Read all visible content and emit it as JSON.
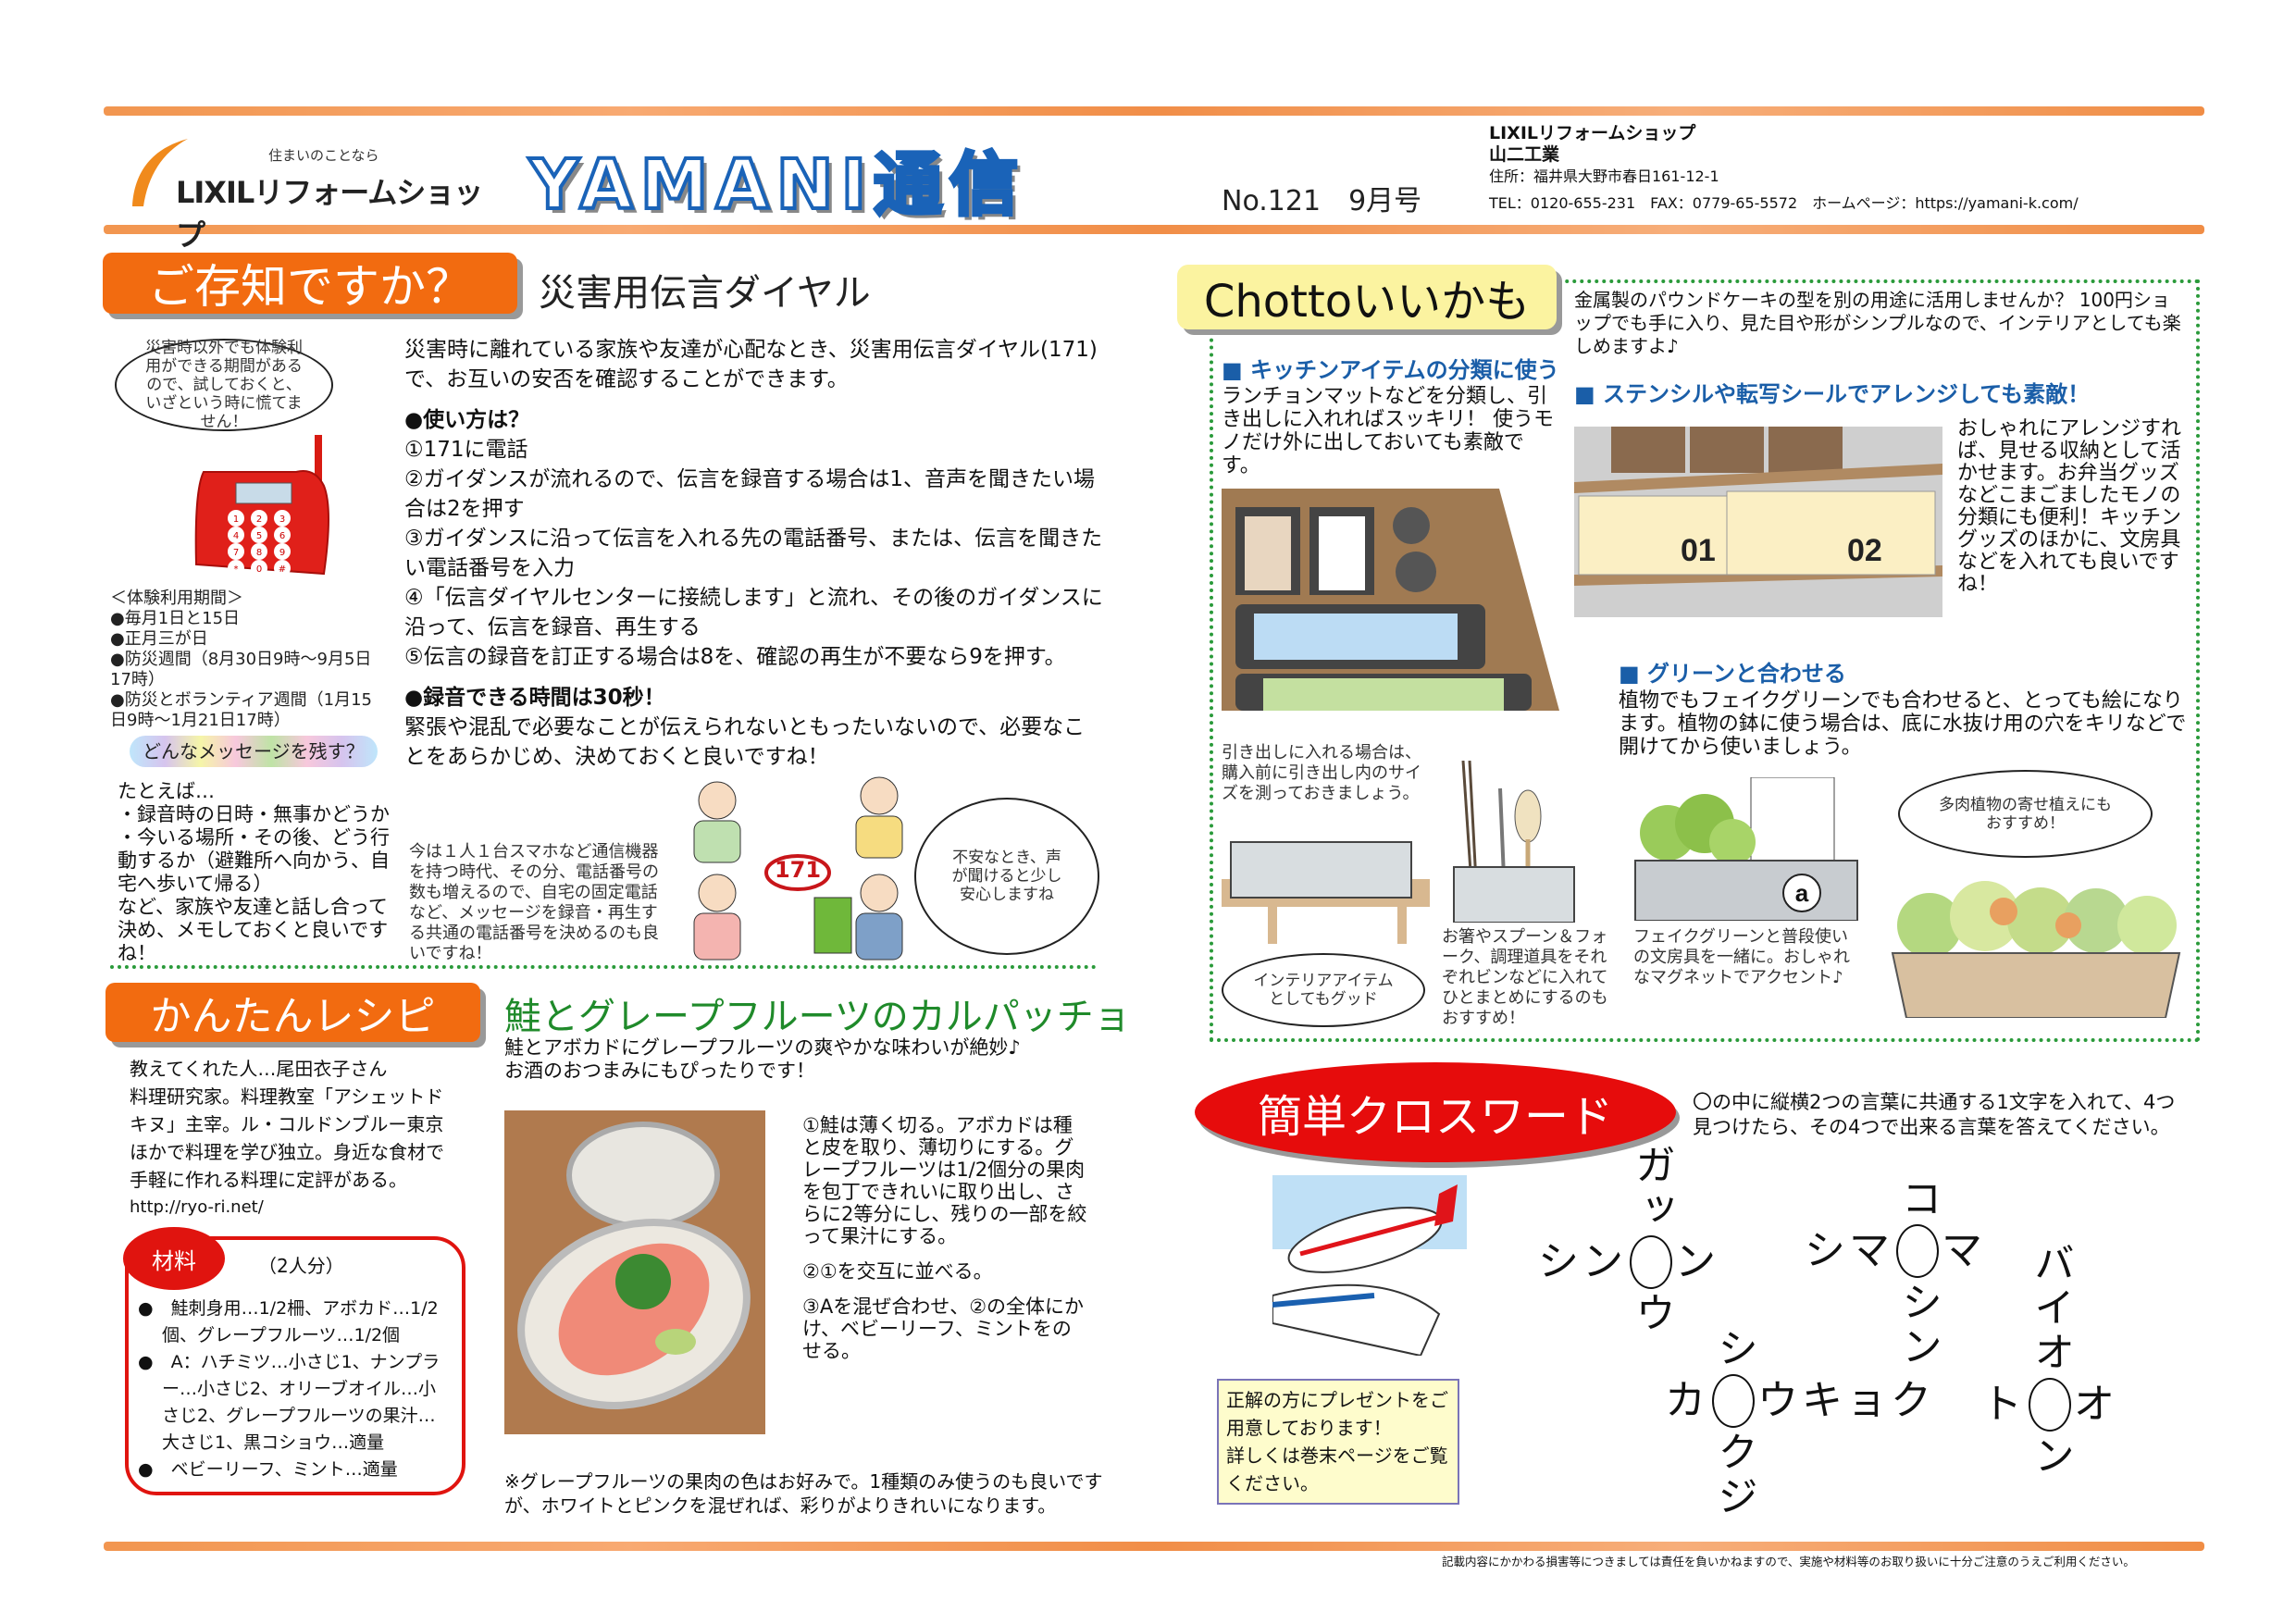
{
  "header": {
    "logo_tagline": "住まいのことなら",
    "logo_name": "LIXILリフォームショップ",
    "title": "YAMANI通信",
    "issue": "No.121　9月号",
    "shop_name": "LIXILリフォームショップ",
    "company": "山二工業",
    "address": "住所：福井県大野市春日161-12-1",
    "contact": "TEL：0120-655-231　FAX：0779-65-5572　ホームページ：https://yamani-k.com/"
  },
  "dial": {
    "tab_label": "ご存知ですか？",
    "title": "災害用伝言ダイヤル",
    "bubble": "災害時以外でも体験利用ができる期間があるので、試しておくと、いざという時に慌てません！",
    "period_title": "＜体験利用期間＞",
    "periods": [
      "●毎月1日と15日",
      "●正月三が日",
      "●防災週間（8月30日9時～9月5日17時）",
      "●防災とボランティア週間（1月15日9時～1月21日17時）"
    ],
    "intro": "災害時に離れている家族や友達が心配なとき、災害用伝言ダイヤル(171)で、お互いの安否を確認することができます。",
    "howto_title": "●使い方は？",
    "steps": [
      "①171に電話",
      "②ガイダンスが流れるので、伝言を録音する場合は1、音声を聞きたい場合は2を押す",
      "③ガイダンスに沿って伝言を入れる先の電話番号、または、伝言を聞きたい電話番号を入力",
      "④「伝言ダイヤルセンターに接続します」と流れ、その後のガイダンスに沿って、伝言を録音、再生する",
      "⑤伝言の録音を訂正する場合は8を、確認の再生が不要なら9を押す。"
    ],
    "time_title": "●録音できる時間は30秒！",
    "time_text": "緊張や混乱で必要なことが伝えられないともったいないので、必要なことをあらかじめ、決めておくと良いですね！",
    "message_label": "どんなメッセージを残す？",
    "example": [
      "たとえば…",
      "・録音時の日時・無事かどうか",
      "・今いる場所・その後、どう行動するか（避難所へ向かう、自宅へ歩いて帰る）",
      "など、家族や友達と話し合って決め、メモしておくと良いですね！"
    ],
    "phone_note": "今は１人１台スマホなど通信機器を持つ時代、その分、電話番号の数も増えるので、自宅の固定電話など、メッセージを録音・再生する共通の電話番号を決めるのも良いですね！",
    "badge": "171",
    "bubble2": "不安なとき、声が聞けると少し安心しますね",
    "phone_keys": [
      "1",
      "2",
      "3",
      "4",
      "5",
      "6",
      "7",
      "8",
      "9",
      "*",
      "0",
      "#"
    ]
  },
  "recipe": {
    "tab_label": "かんたんレシピ",
    "title": "鮭とグレープフルーツのカルパッチョ",
    "subtitle": "鮭とアボカドにグレープフルーツの爽やかな味わいが絶妙♪\nお酒のおつまみにもぴったりです！",
    "teacher": "教えてくれた人…尾田衣子さん",
    "teacher_bio": "料理研究家。料理教室「アシェットドキヌ」主宰。ル・コルドンブルー東京ほかで料理を学び独立。身近な食材で手軽に作れる料理に定評がある。",
    "url": "http://ryo-ri.net/",
    "ingredients_label": "材料",
    "servings": "（2人分）",
    "ingredients": [
      "鮭刺身用…1/2柵、アボカド…1/2個、グレープフルーツ…1/2個",
      "A：ハチミツ…小さじ1、ナンプラー…小さじ2、オリーブオイル…小さじ2、グレープフルーツの果汁…大さじ1、黒コショウ…適量",
      "ベビーリーフ、ミント…適量"
    ],
    "steps": [
      "①鮭は薄く切る。アボカドは種と皮を取り、薄切りにする。グレープフルーツは1/2個分の果肉を包丁できれいに取り出し、さらに2等分にし、残りの一部を絞って果汁にする。",
      "②①を交互に並べる。",
      "③Aを混ぜ合わせ、②の全体にかけ、ベビーリーフ、ミントをのせる。"
    ],
    "note": "※グレープフルーツの果肉の色はお好みで。1種類のみ使うのも良いですが、ホワイトとピンクを混ぜれば、彩りがよりきれいになります。"
  },
  "chotto": {
    "tab_label": "Chottoいいかも",
    "intro": "金属製のパウンドケーキの型を別の用途に活用しませんか？ 100円ショップでも手に入り、見た目や形がシンプルなので、インテリアとしても楽しめますよ♪",
    "kitchen_heading": "■ キッチンアイテムの分類に使う",
    "kitchen_text": "ランチョンマットなどを分類し、引き出しに入れればスッキリ！ 使うモノだけ外に出しておいても素敵です。",
    "stencil_heading": "■ ステンシルや転写シールでアレンジしても素敵！",
    "stencil_text": "おしゃれにアレンジすれば、見せる収納として活かせます。お弁当グッズなどこまごましたモノの分類にも便利！キッチングッズのほかに、文房具などを入れても良いですね！",
    "box_labels": [
      "01",
      "02"
    ],
    "green_heading": "■ グリーンと合わせる",
    "green_text": "植物でもフェイクグリーンでも合わせると、とっても絵になります。植物の鉢に使う場合は、底に水抜け用の穴をキリなどで開けてから使いましょう。",
    "drawer_note": "引き出しに入れる場合は、購入前に引き出し内のサイズを測っておきましょう。",
    "interior_bubble": "インテリアアイテムとしてもグッド",
    "utensil_note": "お箸やスプーン＆フォーク、調理道具をそれぞれビンなどに入れてひとまとめにするのもおすすめ！",
    "fake_note": "フェイクグリーンと普段使いの文房具を一緒に。おしゃれなマグネットでアクセント♪",
    "magnet_letter": "a",
    "succulent_bubble": "多肉植物の寄せ植えにもおすすめ！"
  },
  "crossword": {
    "tab_label": "簡単クロスワード",
    "instruction": "〇の中に縦横2つの言葉に共通する1文字を入れて、4つ見つけたら、その4つで出来る言葉を答えてください。",
    "prize": "正解の方にプレゼントをご用意しております！\n詳しくは巻末ページをご覧ください。",
    "clusters": [
      {
        "up": "ガッ",
        "left": "シン",
        "right": "ン",
        "down": "ウ"
      },
      {
        "up": "コ",
        "left": "シマ",
        "right": "マ",
        "down": "シン"
      },
      {
        "up": "シ",
        "left": "カ",
        "right": "ウキョク",
        "down": "クジ"
      },
      {
        "up": "バイオ",
        "left": "ト",
        "right": "オ",
        "down": "ン"
      }
    ]
  },
  "footer": {
    "disclaimer": "記載内容にかかわる損害等につきましては責任を負いかねますので、実施や材料等のお取り扱いに十分ご注意のうえご利用ください。"
  },
  "colors": {
    "orange": "#f26b10",
    "green_title": "#1f8a2a",
    "blue_heading": "#1a5ea8",
    "yellow_tab": "#fbf3a0",
    "red": "#e0140f"
  }
}
